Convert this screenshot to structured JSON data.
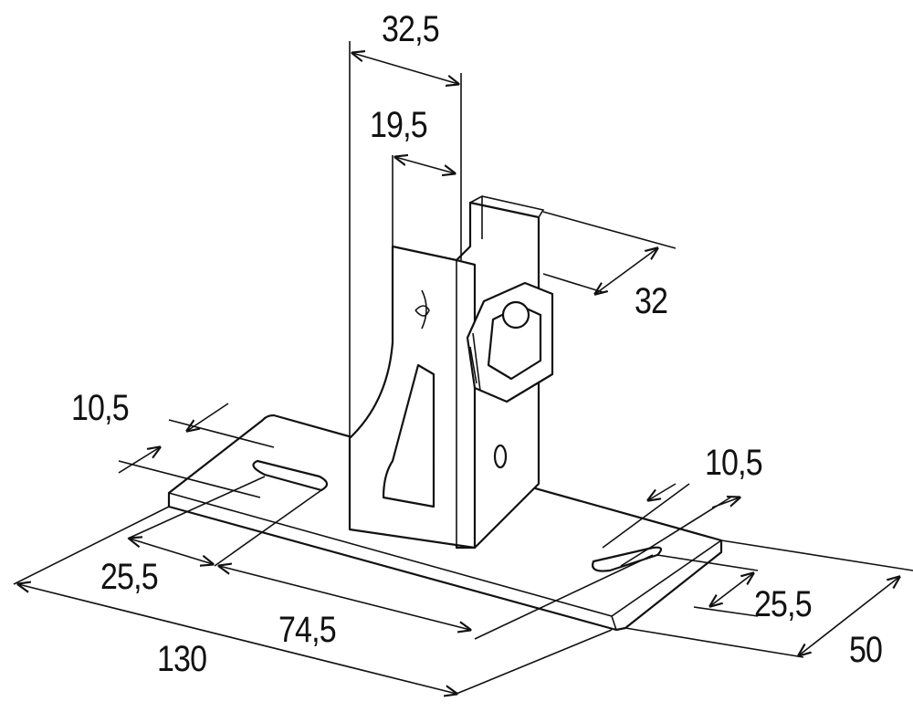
{
  "dimensions": {
    "upright_outer_width": "32,5",
    "upright_inner_width": "19,5",
    "upright_depth": "32",
    "slot_width_left": "10,5",
    "slot_width_right": "10,5",
    "slot_length_left": "25,5",
    "slot_spacing": "74,5",
    "base_length": "130",
    "slot_length_right": "25,5",
    "base_width": "50"
  }
}
